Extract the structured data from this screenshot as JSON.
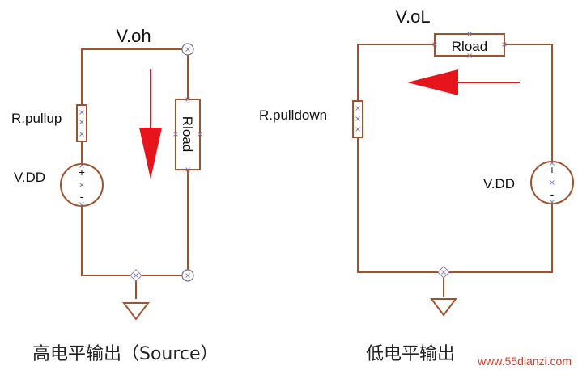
{
  "left_circuit": {
    "node_label": "V.oh",
    "pullup_label": "R.pullup",
    "source_label": "V.DD",
    "plus_sign": "+",
    "minus_sign": "-",
    "load_label": "Rload",
    "caption": "高电平输出（Source）",
    "arrow_direction": "down"
  },
  "right_circuit": {
    "node_label": "V.oL",
    "pulldown_label": "R.pulldown",
    "source_label": "V.DD",
    "plus_sign": "+",
    "minus_sign": "-",
    "load_label": "Rload",
    "caption": "低电平输出",
    "arrow_direction": "left"
  },
  "watermark": {
    "text": "www.55dianzi.com"
  },
  "colors": {
    "wire": "#a0522d",
    "arrow": "#e8141c",
    "watermark": "#d23a2a"
  }
}
